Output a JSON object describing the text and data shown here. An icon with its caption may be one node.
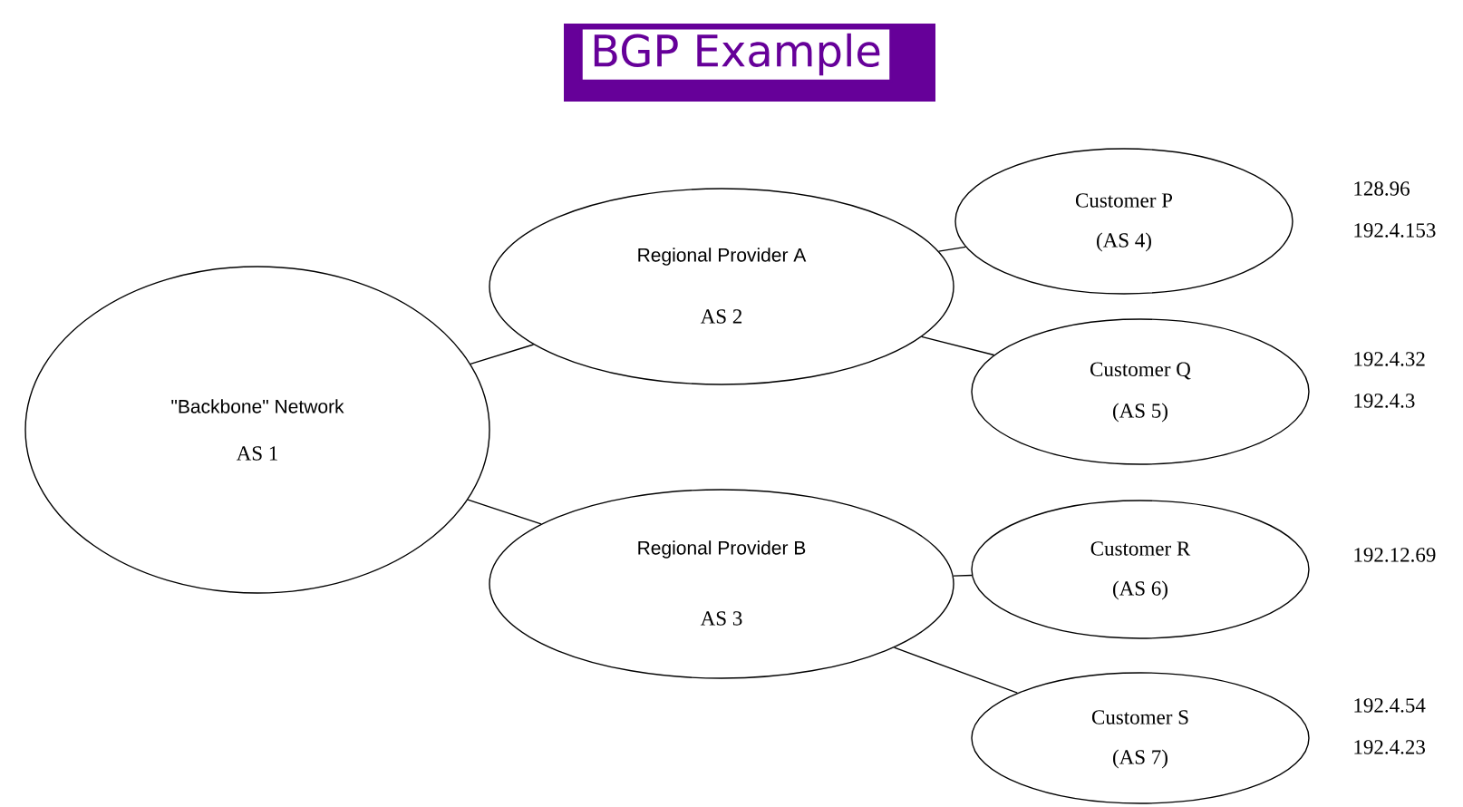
{
  "diagram": {
    "title": "BGP Example",
    "nodes": [
      {
        "text": [
          "\"Backbone\" Network",
          "AS 1"
        ]
      },
      {
        "text": [
          "Regional Provider A",
          "AS 2"
        ]
      },
      {
        "text": [
          "Regional Provider B",
          "AS 3"
        ]
      },
      {
        "text": [
          "Customer P",
          "(AS 4)"
        ],
        "beside": [
          "128.96",
          "192.4.153"
        ]
      },
      {
        "text": [
          "Customer Q",
          "(AS 5)"
        ],
        "beside": [
          "192.4.32",
          "192.4.3"
        ]
      },
      {
        "text": [
          "Customer R",
          "(AS 6)"
        ],
        "beside": [
          "192.12.69"
        ]
      },
      {
        "text": [
          "Customer S",
          "(AS 7)"
        ],
        "beside": [
          "192.4.54",
          "192.4.23"
        ]
      }
    ],
    "edges": [
      {
        "from": 0,
        "to": 1,
        "arrow": "none"
      },
      {
        "from": 0,
        "to": 2,
        "arrow": "none"
      },
      {
        "from": 1,
        "to": 3,
        "arrow": "none"
      },
      {
        "from": 1,
        "to": 4,
        "arrow": "none"
      },
      {
        "from": 2,
        "to": 5,
        "arrow": "none"
      },
      {
        "from": 2,
        "to": 6,
        "arrow": "none"
      }
    ]
  }
}
